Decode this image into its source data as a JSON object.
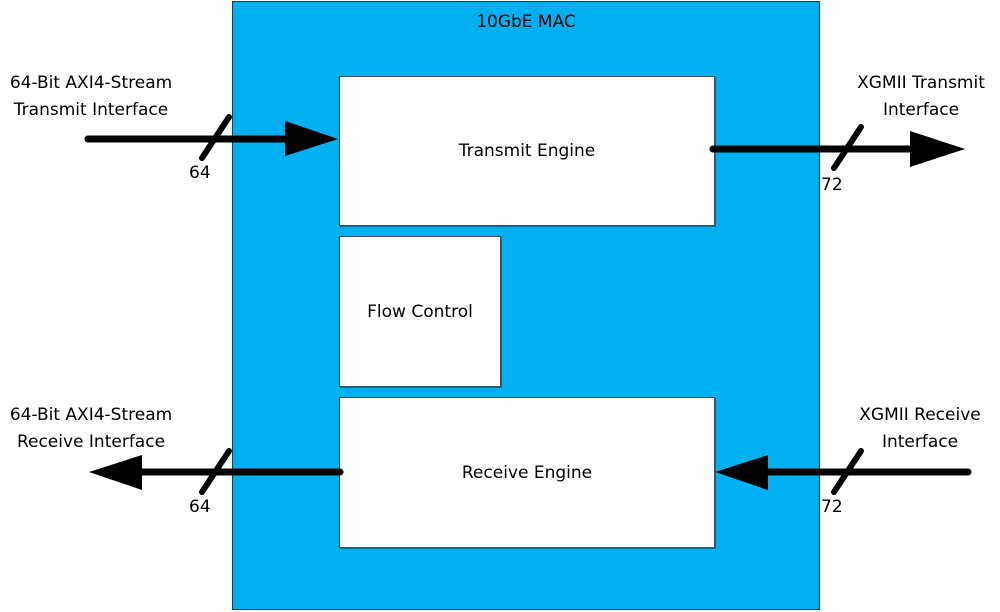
{
  "title": "10GbE MAC",
  "blocks": {
    "transmit_engine": "Transmit Engine",
    "flow_control": "Flow Control",
    "receive_engine": "Receive Engine"
  },
  "interfaces": {
    "axi_tx": {
      "line1": "64-Bit AXI4-Stream",
      "line2": "Transmit Interface",
      "width": "64"
    },
    "axi_rx": {
      "line1": "64-Bit AXI4-Stream",
      "line2": "Receive Interface",
      "width": "64"
    },
    "xgmii_tx": {
      "line1": "XGMII Transmit",
      "line2": "Interface",
      "width": "72"
    },
    "xgmii_rx": {
      "line1": "XGMII Receive",
      "line2": "Interface",
      "width": "72"
    }
  },
  "colors": {
    "mac_fill": "#00b0f0",
    "block_fill": "#ffffff",
    "wire": "#000000"
  }
}
